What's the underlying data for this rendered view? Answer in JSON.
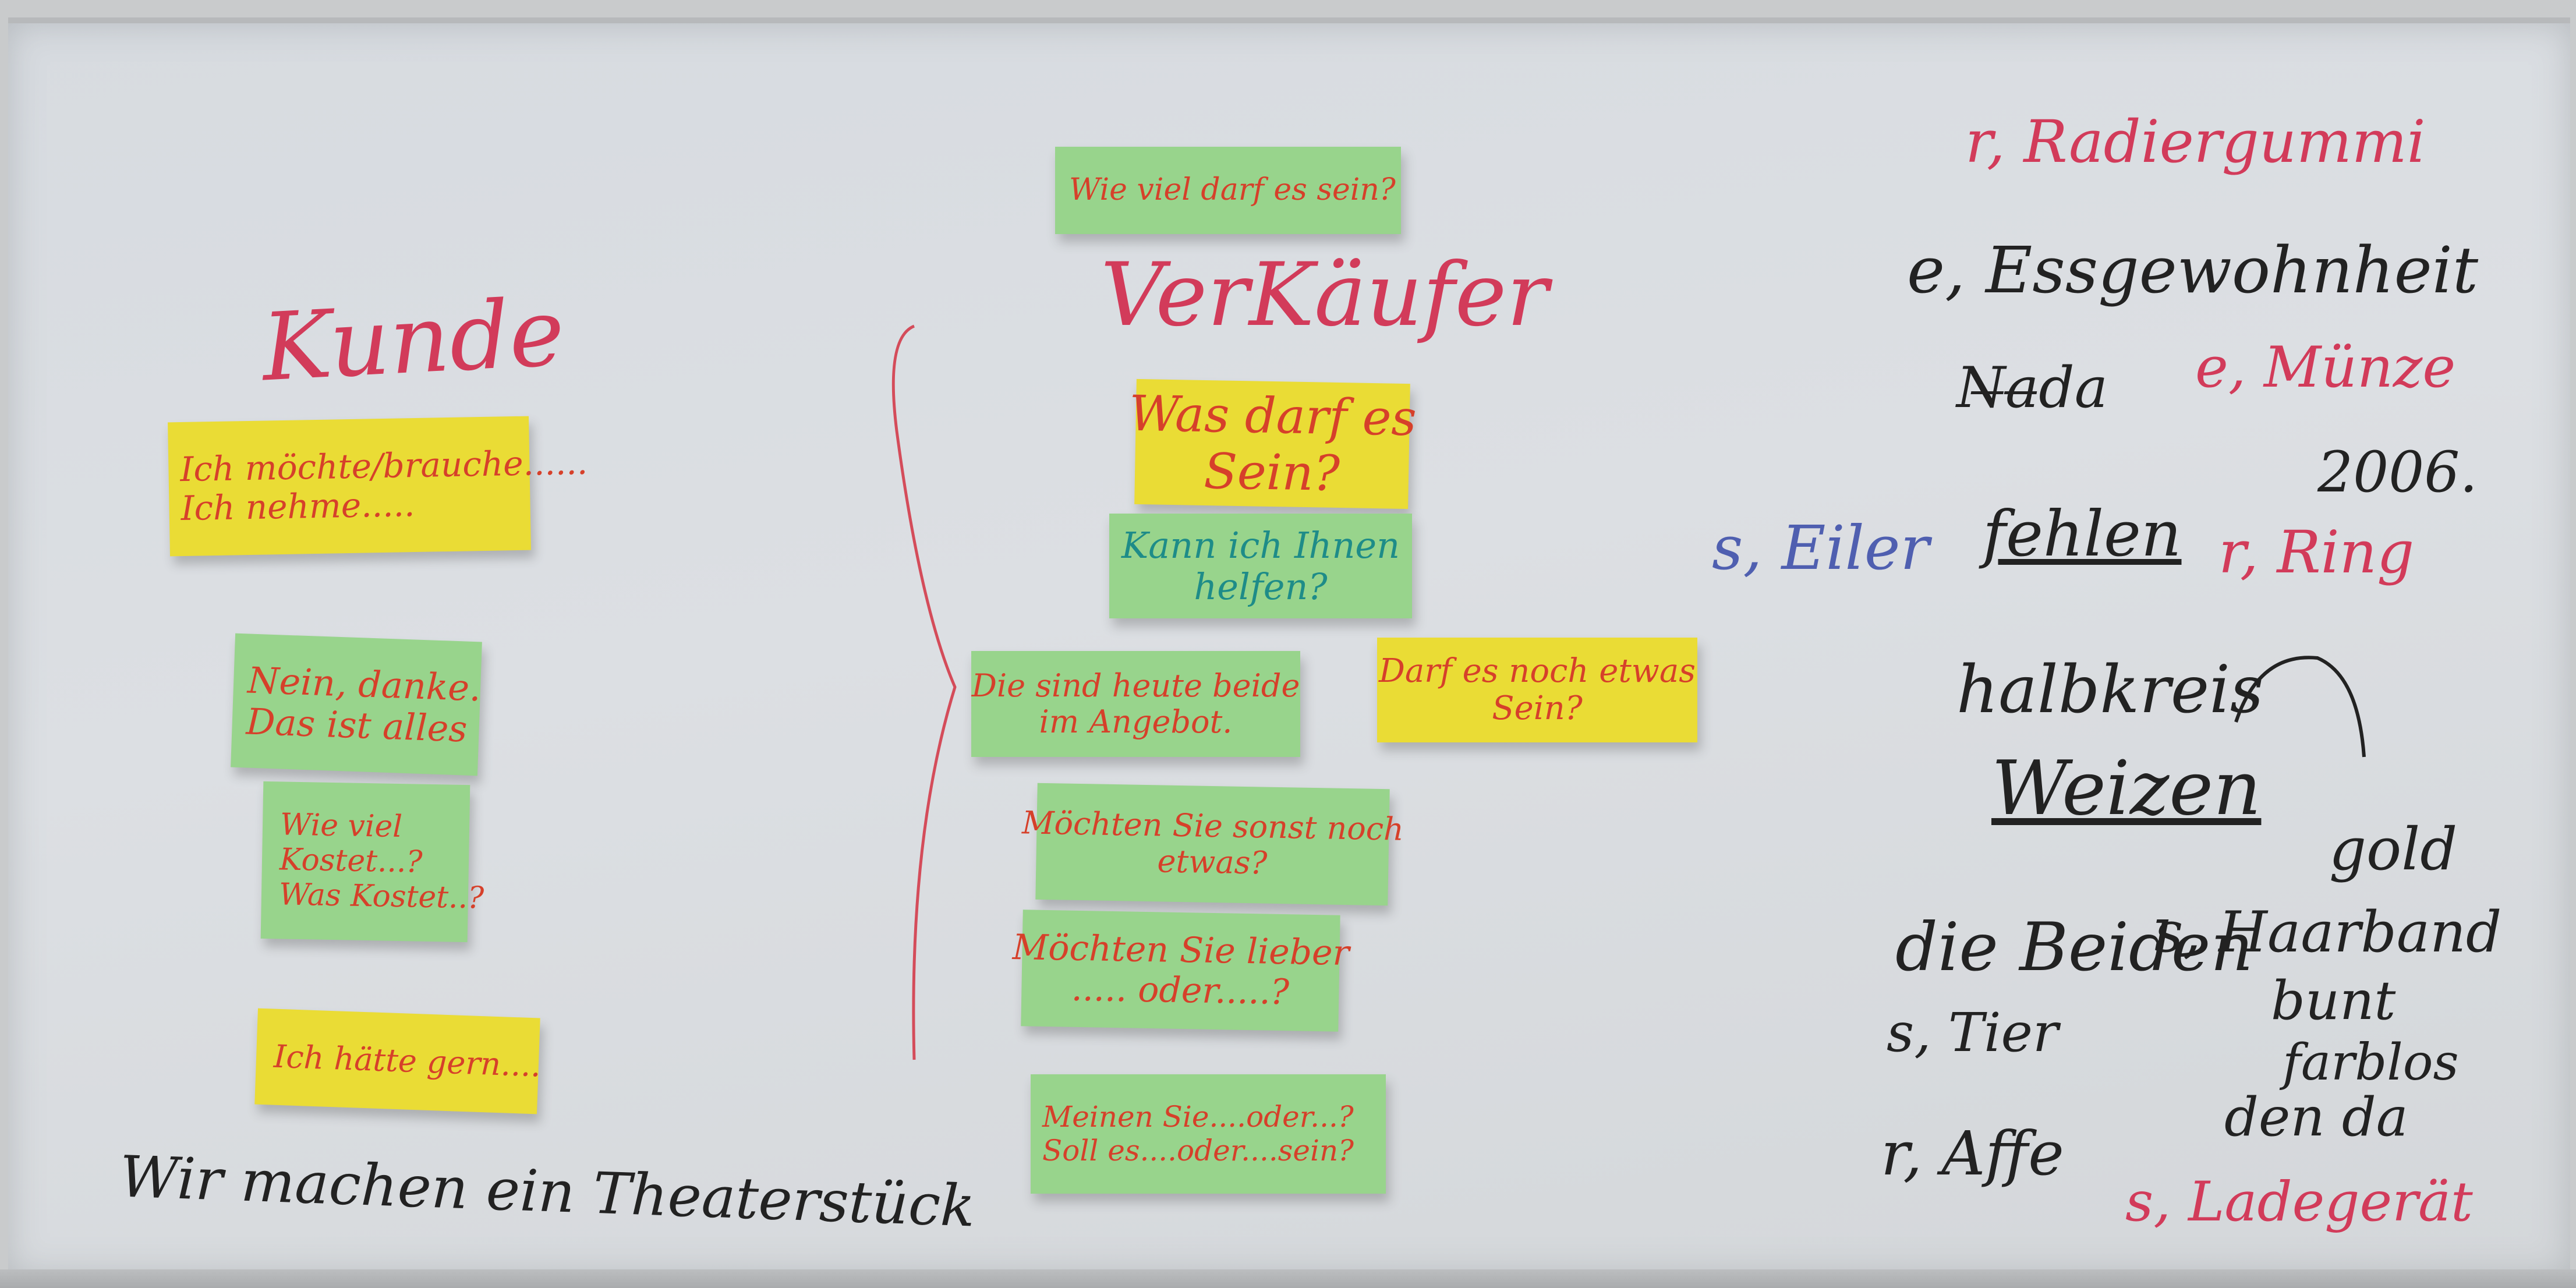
{
  "headings": {
    "kunde": "Kunde",
    "verkaeufer": "VerKäufer"
  },
  "kunde_notes": [
    {
      "lines": [
        "Ich möchte/brauche......",
        "Ich nehme....."
      ]
    },
    {
      "lines": [
        "Nein, danke.",
        "Das ist alles"
      ]
    },
    {
      "lines": [
        "Wie viel",
        "Kostet...?",
        "Was Kostet..?"
      ]
    },
    {
      "lines": [
        "Ich hätte gern...."
      ]
    }
  ],
  "verkaeufer_notes": [
    {
      "lines": [
        "Wie viel darf es sein?"
      ]
    },
    {
      "lines": [
        "Was darf es",
        "Sein?"
      ]
    },
    {
      "lines": [
        "Kann ich Ihnen",
        "helfen?"
      ]
    },
    {
      "lines": [
        "Die sind heute beide",
        "im Angebot."
      ]
    },
    {
      "lines": [
        "Darf es noch etwas",
        "Sein?"
      ]
    },
    {
      "lines": [
        "Möchten Sie sonst noch",
        "etwas?"
      ]
    },
    {
      "lines": [
        "Möchten Sie lieber",
        "..... oder.....?"
      ]
    },
    {
      "lines": [
        "Meinen Sie....oder...?",
        "Soll es....oder....sein?"
      ]
    }
  ],
  "bottom_caption": "Wir machen ein Theaterstück",
  "vocabulary": {
    "radiergummi": "r, Radiergummi",
    "essgewohnheit": "e, Essgewohnheit",
    "nada": "N̶a̶da",
    "muenze": "e, Münze",
    "number": "2006.",
    "eiler": "s, Eiler",
    "fehlen": "fehlen",
    "ring": "r, Ring",
    "halbkreis": "halbkreis",
    "weizen": "Weizen",
    "gold": "gold",
    "die_beiden": "die Beiden",
    "haarband": "s, Haarband",
    "bunt": "bunt",
    "tier": "s, Tier",
    "farblos": "farblos",
    "den_da": "den da",
    "affe": "r, Affe",
    "ladegeraet": "s, Ladegerät"
  },
  "colors": {
    "yellow_note": "#eadc35",
    "green_note": "#98d48c",
    "note_ink": "#d6402a",
    "pink_marker": "#d23b5a",
    "black_marker": "#222222",
    "blue_marker": "#4f5fb0"
  }
}
